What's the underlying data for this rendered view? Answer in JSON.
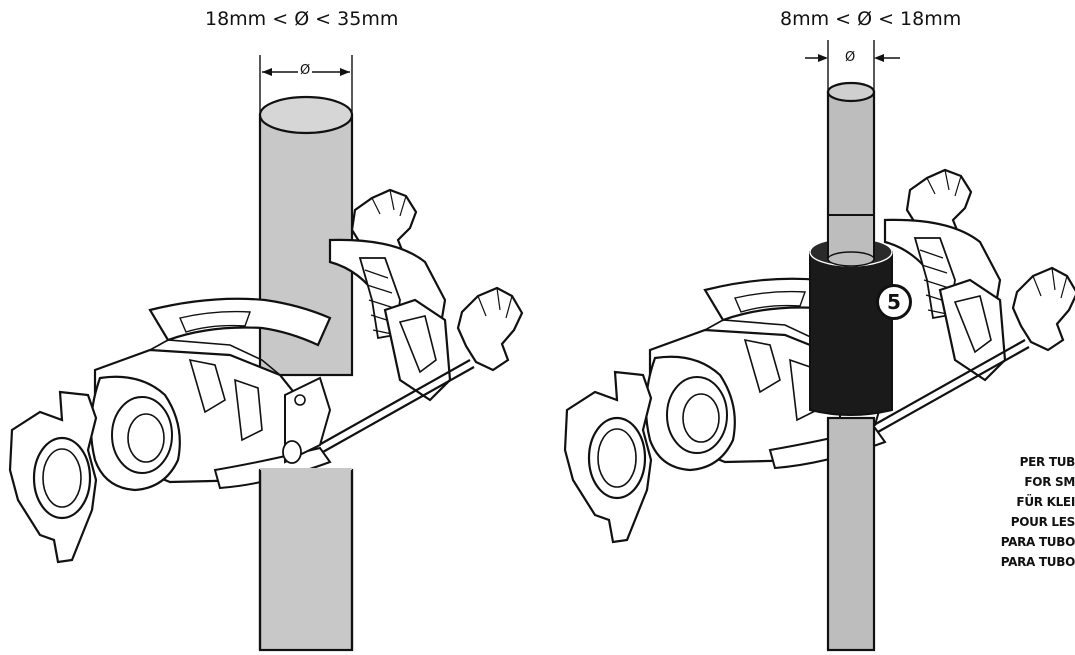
{
  "left_figure": {
    "diameter_range": "18mm < Ø < 35mm",
    "diameter_symbol": "Ø"
  },
  "right_figure": {
    "diameter_range": "8mm < Ø < 18mm",
    "diameter_symbol": "Ø",
    "callout_number": "5"
  },
  "language_notes": [
    "PER TUB",
    "FOR SM",
    "FÜR KLEI",
    "POUR LES",
    "PARA TUBO",
    "PARA TUBO"
  ],
  "colors": {
    "pipe_fill": "#c8c8c8",
    "thin_pipe_fill": "#bdbdbd",
    "adapter_sleeve": "#1a1a1a",
    "line": "#111111",
    "clamp_fill": "#ffffff"
  }
}
